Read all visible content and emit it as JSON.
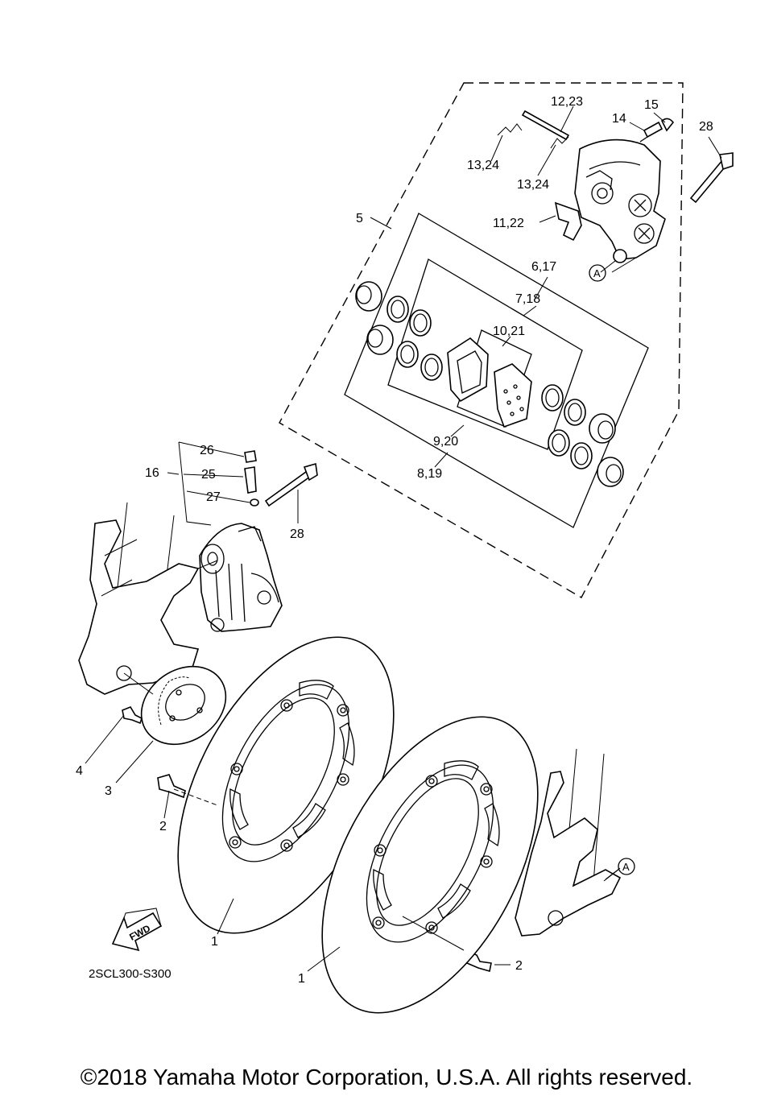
{
  "callouts": [
    {
      "id": "c_12_23",
      "text": "12,23"
    },
    {
      "id": "c_15",
      "text": "15"
    },
    {
      "id": "c_14",
      "text": "14"
    },
    {
      "id": "c_28_top",
      "text": "28"
    },
    {
      "id": "c_13_24_a",
      "text": "13,24"
    },
    {
      "id": "c_13_24_b",
      "text": "13,24"
    },
    {
      "id": "c_5",
      "text": "5"
    },
    {
      "id": "c_11_22",
      "text": "11,22"
    },
    {
      "id": "c_6_17",
      "text": "6,17"
    },
    {
      "id": "c_7_18",
      "text": "7,18"
    },
    {
      "id": "c_10_21",
      "text": "10,21"
    },
    {
      "id": "c_9_20",
      "text": "9,20"
    },
    {
      "id": "c_8_19",
      "text": "8,19"
    },
    {
      "id": "c_26",
      "text": "26"
    },
    {
      "id": "c_16",
      "text": "16"
    },
    {
      "id": "c_25",
      "text": "25"
    },
    {
      "id": "c_27",
      "text": "27"
    },
    {
      "id": "c_28_mid",
      "text": "28"
    },
    {
      "id": "c_4",
      "text": "4"
    },
    {
      "id": "c_3",
      "text": "3"
    },
    {
      "id": "c_2_left",
      "text": "2"
    },
    {
      "id": "c_1_left",
      "text": "1"
    },
    {
      "id": "c_2_right",
      "text": "2"
    },
    {
      "id": "c_1_right",
      "text": "1"
    }
  ],
  "reference_markers": [
    {
      "id": "ref_a_top",
      "text": "A"
    },
    {
      "id": "ref_a_right",
      "text": "A"
    }
  ],
  "direction_arrow": {
    "text": "FWD"
  },
  "diagram_code": "2SCL300-S300",
  "copyright": "©2018 Yamaha Motor Corporation, U.S.A. All rights reserved."
}
